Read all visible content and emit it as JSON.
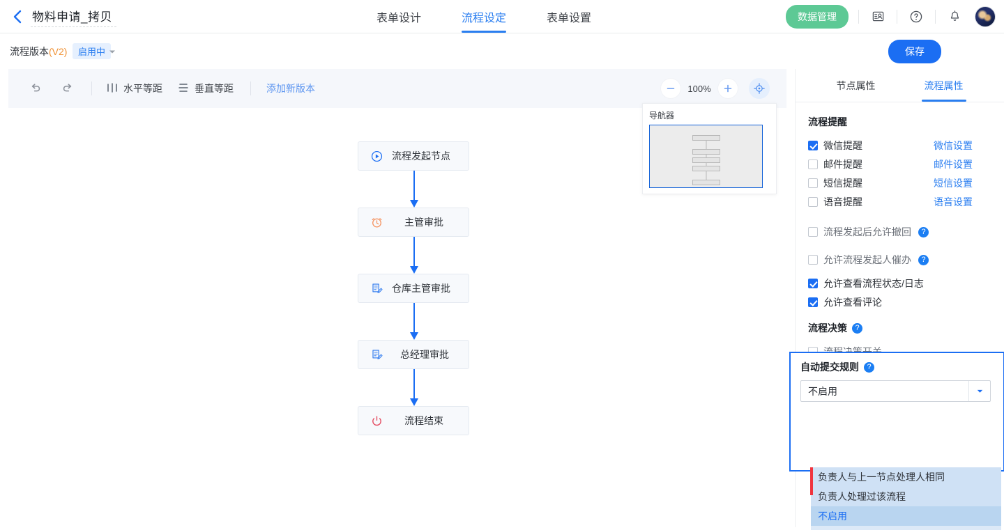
{
  "header": {
    "back_icon": "chevron-left-icon",
    "title": "物料申请_拷贝",
    "tabs": [
      {
        "label": "表单设计",
        "active": false
      },
      {
        "label": "流程设定",
        "active": true
      },
      {
        "label": "表单设置",
        "active": false
      }
    ],
    "data_manage_label": "数据管理",
    "icons": [
      "contact-card-icon",
      "help-circle-icon",
      "bell-icon"
    ],
    "avatar": "user-avatar"
  },
  "version_bar": {
    "label": "流程版本",
    "version": "(V2)",
    "badge": "启用中",
    "caret": "chevron-down-icon",
    "save_label": "保存"
  },
  "toolbar": {
    "undo_icon": "undo-icon",
    "redo_icon": "redo-icon",
    "horizontal_label": "水平等距",
    "horizontal_icon": "horizontal-distribute-icon",
    "vertical_label": "垂直等距",
    "vertical_icon": "vertical-distribute-icon",
    "add_version_label": "添加新版本",
    "zoom_out_icon": "minus-icon",
    "zoom_level": "100%",
    "zoom_in_icon": "plus-icon",
    "fit_icon": "fit-to-screen-icon"
  },
  "navigator": {
    "title": "导航器",
    "node_count": 5
  },
  "flow": {
    "nodes": [
      {
        "label": "流程发起节点",
        "icon": "play-circle-icon",
        "color": "#1b6ef3"
      },
      {
        "label": "主管审批",
        "icon": "alarm-clock-icon",
        "color": "#f5905b"
      },
      {
        "label": "仓库主管审批",
        "icon": "approval-doc-icon",
        "color": "#3b82f0"
      },
      {
        "label": "总经理审批",
        "icon": "approval-doc-icon",
        "color": "#3b82f0"
      },
      {
        "label": "流程结束",
        "icon": "power-off-icon",
        "color": "#e4465c"
      }
    ]
  },
  "right_panel": {
    "tabs": [
      {
        "label": "节点属性",
        "active": false
      },
      {
        "label": "流程属性",
        "active": true
      }
    ],
    "reminder_section_title": "流程提醒",
    "reminders": [
      {
        "label": "微信提醒",
        "checked": true,
        "link": "微信设置"
      },
      {
        "label": "邮件提醒",
        "checked": false,
        "link": "邮件设置"
      },
      {
        "label": "短信提醒",
        "checked": false,
        "link": "短信设置"
      },
      {
        "label": "语音提醒",
        "checked": false,
        "link": "语音设置"
      }
    ],
    "options": [
      {
        "label": "流程发起后允许撤回",
        "checked": false,
        "help": true,
        "dim": true
      },
      {
        "label": "允许流程发起人催办",
        "checked": false,
        "help": true,
        "dim": true
      },
      {
        "label": "允许查看流程状态/日志",
        "checked": true,
        "help": false,
        "dim": false
      },
      {
        "label": "允许查看评论",
        "checked": true,
        "help": false,
        "dim": false
      }
    ],
    "decision_section_title": "流程决策",
    "decision_switch": {
      "label": "流程决策开关",
      "checked": false
    },
    "auto_submit": {
      "title": "自动提交规则",
      "selected": "不启用",
      "options": [
        {
          "label": "负责人与上一节点处理人相同",
          "selected": false
        },
        {
          "label": "负责人处理过该流程",
          "selected": false
        },
        {
          "label": "不启用",
          "selected": true
        }
      ]
    }
  },
  "colors": {
    "primary": "#1b6ef3",
    "accent_green": "#5dc995",
    "accent_orange": "#f09235",
    "accent_red": "#f0353f"
  }
}
